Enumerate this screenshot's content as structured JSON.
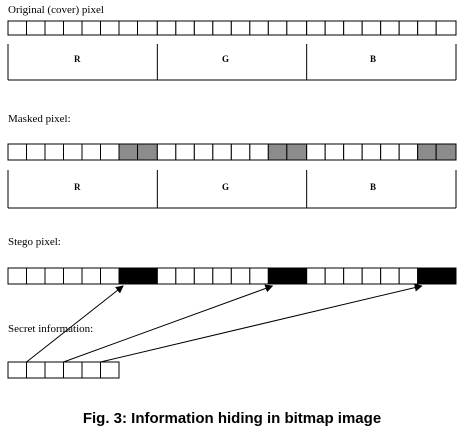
{
  "sections": {
    "original": {
      "label": "Original (cover) pixel"
    },
    "masked": {
      "label": "Masked pixel:"
    },
    "stego": {
      "label": "Stego pixel:"
    },
    "secret": {
      "label": "Secret information:"
    }
  },
  "channels": [
    "R",
    "G",
    "B"
  ],
  "bits": {
    "per_channel": 8,
    "secret_count": 6
  },
  "colors": {
    "masked_bit": "#8c8c8c",
    "stego_bit": "#000000",
    "line": "#000000"
  },
  "caption": "Fig. 3: Information hiding in bitmap image"
}
